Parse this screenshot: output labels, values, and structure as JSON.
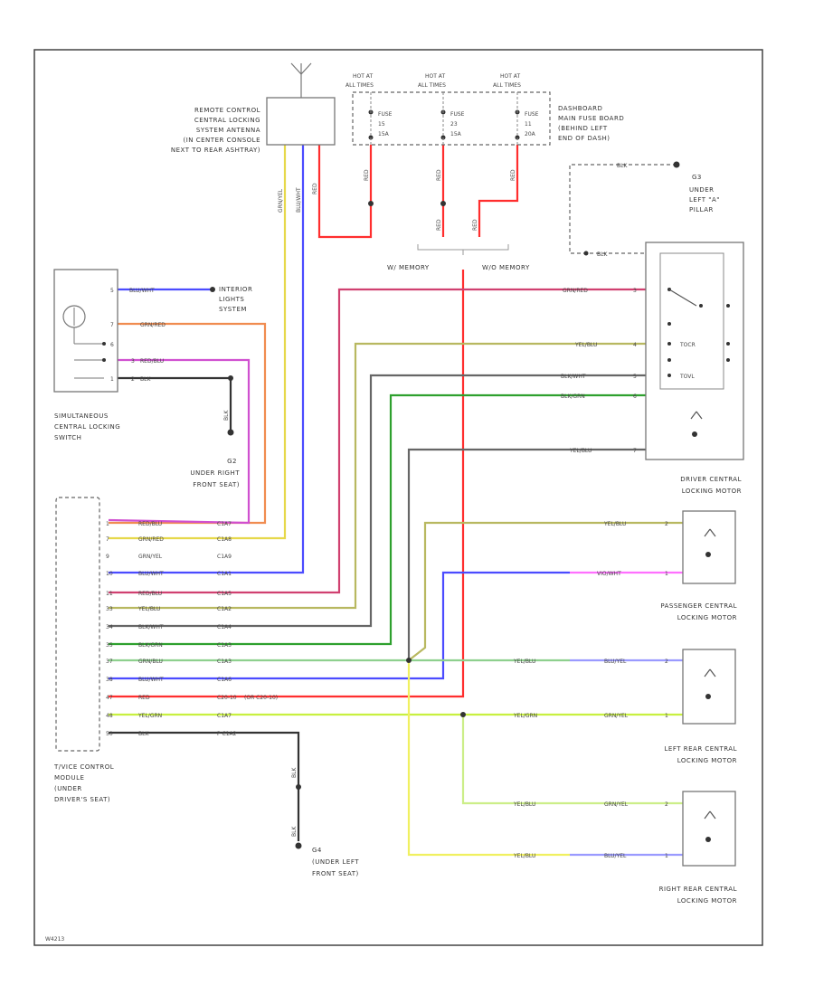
{
  "colors": {
    "ylw": "#e6d84a",
    "blu": "#4b4bff",
    "red": "#ff2e2e",
    "org": "#f08c50",
    "pur": "#d050d0",
    "mag": "#d04070",
    "gry": "#666666",
    "grn": "#2ea02e",
    "lgrn": "#8ed08e",
    "lblu": "#9a9aff",
    "lime": "#c8f040",
    "blk": "#333333",
    "ltylw": "#f0f060",
    "oliv": "#b8b860",
    "pink": "#ff70ff",
    "sgrn": "#ccee88"
  },
  "antenna": {
    "label": [
      "REMOTE CONTROL",
      "CENTRAL LOCKING",
      "SYSTEM ANTENNA",
      "(IN CENTER CONSOLE",
      "NEXT TO REAR ASHTRAY)"
    ],
    "wires": [
      "GRN/YEL",
      "BLU/WHT",
      "RED"
    ]
  },
  "fuses": [
    {
      "hot": [
        "HOT AT",
        "ALL TIMES"
      ],
      "label": [
        "FUSE",
        "15",
        "15A"
      ]
    },
    {
      "hot": [
        "HOT AT",
        "ALL TIMES"
      ],
      "label": [
        "FUSE",
        "23",
        "15A"
      ]
    },
    {
      "hot": [
        "HOT AT",
        "ALL TIMES"
      ],
      "label": [
        "FUSE",
        "11",
        "20A"
      ]
    }
  ],
  "fuse_wires": [
    "RED",
    "RED",
    "RED",
    "RED",
    "RED"
  ],
  "fuse_board": [
    "DASHBOARD",
    "MAIN FUSE BOARD",
    "(BEHIND LEFT",
    "END OF DASH)"
  ],
  "ground_g3": {
    "name": "G3",
    "label": [
      "UNDER",
      "LEFT \"A\"",
      "PILLAR"
    ],
    "wires": [
      "BLK",
      "BLK"
    ]
  },
  "memory": {
    "with": "W/ MEMORY",
    "without": "W/O MEMORY"
  },
  "switch": {
    "title": [
      "SIMULTANEOUS",
      "CENTRAL LOCKING",
      "SWITCH"
    ],
    "wires": [
      "BLU/WHT",
      "GRN/RED",
      "RED/BLU",
      "BLK"
    ],
    "pins": [
      "5",
      "7",
      "6",
      "3",
      "2",
      "1"
    ],
    "interior": [
      "INTERIOR",
      "LIGHTS",
      "SYSTEM"
    ]
  },
  "ground_g2": {
    "name": "G2",
    "label": [
      "UNDER RIGHT",
      "FRONT SEAT)"
    ],
    "wire": "BLK"
  },
  "module": {
    "title": [
      "T/VICE CONTROL",
      "MODULE",
      "(UNDER",
      "DRIVER'S SEAT)"
    ],
    "rows": [
      {
        "pin": "1",
        "wire": "RED/BLU",
        "conn": "C1A7"
      },
      {
        "pin": "7",
        "wire": "GRN/RED",
        "conn": "C1A8"
      },
      {
        "pin": "9",
        "wire": "GRN/YEL",
        "conn": "C1A9"
      },
      {
        "pin": "10",
        "wire": "BLU/WHT",
        "conn": "C1A1"
      },
      {
        "pin": "11",
        "wire": "RED/BLU",
        "conn": "C1A5"
      },
      {
        "pin": "33",
        "wire": "YEL/BLU",
        "conn": "C1A2"
      },
      {
        "pin": "34",
        "wire": "BLK/WHT",
        "conn": "C1A4"
      },
      {
        "pin": "35",
        "wire": "BLK/GRN",
        "conn": "C1A3"
      },
      {
        "pin": "37",
        "wire": "GRN/BLU",
        "conn": "C1A3"
      },
      {
        "pin": "38",
        "wire": "BLU/WHT",
        "conn": "C1A6"
      },
      {
        "pin": "47",
        "wire": "RED",
        "conn": "C20-10"
      },
      {
        "pin": "48",
        "wire": "YEL/GRN",
        "conn": "C1A7"
      },
      {
        "pin": "50",
        "wire": "BLK",
        "conn": "P C1A2"
      }
    ],
    "red_note": "(OR C20-10)"
  },
  "ground_g4": {
    "name": "G4",
    "label": [
      "(UNDER LEFT",
      "FRONT SEAT)"
    ],
    "wires": [
      "BLK",
      "BLK"
    ]
  },
  "driver_motor": {
    "title": [
      "DRIVER CENTRAL",
      "LOCKING MOTOR"
    ],
    "wires": [
      "GRN/RED",
      "YEL/BLU",
      "BLK/WHT",
      "BLK/GRN",
      "YEL/BLU"
    ],
    "pins": [
      "3",
      "4",
      "5",
      "6",
      "7"
    ],
    "switch_labels": [
      "TOCR",
      "TOVL"
    ]
  },
  "passenger_motor": {
    "title": [
      "PASSENGER CENTRAL",
      "LOCKING MOTOR"
    ],
    "wires": [
      "YEL/BLU",
      "VIO/WHT"
    ],
    "pins": [
      "2",
      "1"
    ]
  },
  "left_rear_motor": {
    "title": [
      "LEFT REAR CENTRAL",
      "LOCKING MOTOR"
    ],
    "wires": [
      "YEL/BLU",
      "BLU/YEL",
      "YEL/GRN",
      "GRN/YEL"
    ],
    "pins": [
      "2",
      "1"
    ]
  },
  "right_rear_motor": {
    "title": [
      "RIGHT REAR CENTRAL",
      "LOCKING MOTOR"
    ],
    "wires": [
      "YEL/BLU",
      "GRN/YEL",
      "YEL/BLU",
      "BLU/YEL"
    ],
    "pins": [
      "2",
      "1"
    ]
  },
  "footer_code": "W4213"
}
